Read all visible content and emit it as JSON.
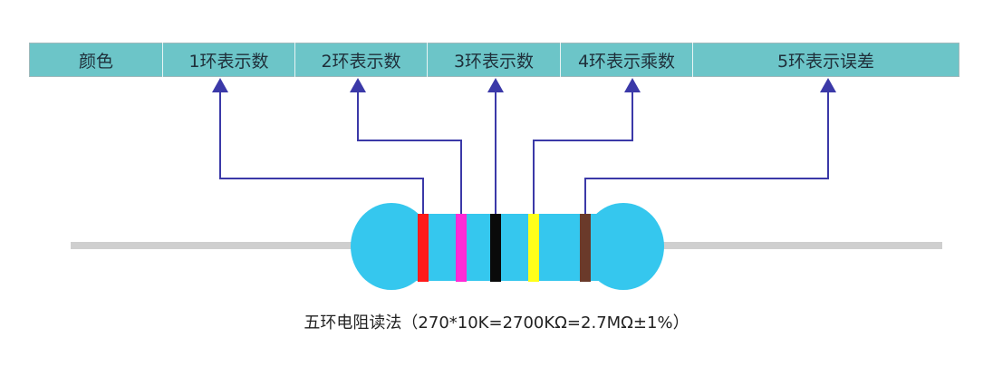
{
  "header": {
    "cells": [
      {
        "label": "颜色"
      },
      {
        "label": "1环表示数"
      },
      {
        "label": "2环表示数"
      },
      {
        "label": "3环表示数"
      },
      {
        "label": "4环表示乘数"
      },
      {
        "label": "5环表示误差"
      }
    ]
  },
  "resistor": {
    "body_color": "#35c7ee",
    "lead_color": "#cfcfcf",
    "connector_color": "#3b39a8",
    "bands": [
      {
        "name": "band-1",
        "color": "#ff1a1a"
      },
      {
        "name": "band-2",
        "color": "#ff2bd6"
      },
      {
        "name": "band-3",
        "color": "#0a0a0a"
      },
      {
        "name": "band-4",
        "color": "#ffff1a"
      },
      {
        "name": "band-5",
        "color": "#6a3a2a"
      }
    ]
  },
  "caption": "五环电阻读法（270*10K=2700KΩ=2.7MΩ±1%）"
}
